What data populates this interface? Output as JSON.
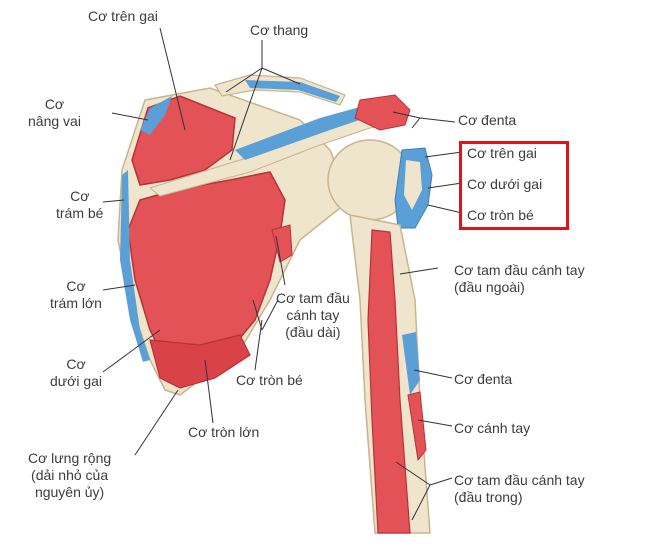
{
  "colors": {
    "muscle": "#e25256",
    "muscle_dark": "#c93a3f",
    "bone": "#efe4cc",
    "bone_shadow": "#d9c9a6",
    "tendon_blue": "#5aa0d6",
    "highlight": "#e0121a"
  },
  "labels": {
    "co_tren_gai_top": "Cơ trên gai",
    "co_thang": "Cơ thang",
    "co_nang_vai": "Cơ\nnâng vai",
    "co_tram_be": "Cơ\ntrám bé",
    "co_tram_lon": "Cơ\ntrám lớn",
    "co_duoi_gai_left": "Cơ\ndưới gai",
    "co_lung_rong": "Cơ lưng rộng\n(dải nhỏ của\nnguyên ủy)",
    "co_tron_lon": "Cơ tròn lớn",
    "co_tron_be_mid": "Cơ tròn bé",
    "co_tam_dau_dai": "Cơ tam đầu\ncánh tay\n(đầu dài)",
    "co_denta_top": "Cơ đenta",
    "co_tren_gai_right": "Cơ trên gai",
    "co_duoi_gai_right": "Cơ dưới gai",
    "co_tron_be_right": "Cơ tròn bé",
    "co_tam_dau_ngoai": "Cơ tam đầu cánh tay\n(đầu ngoài)",
    "co_denta_bottom": "Cơ đenta",
    "co_canh_tay": "Cơ cánh tay",
    "co_tam_dau_trong": "Cơ tam đầu cánh tay\n(đầu trong)"
  }
}
